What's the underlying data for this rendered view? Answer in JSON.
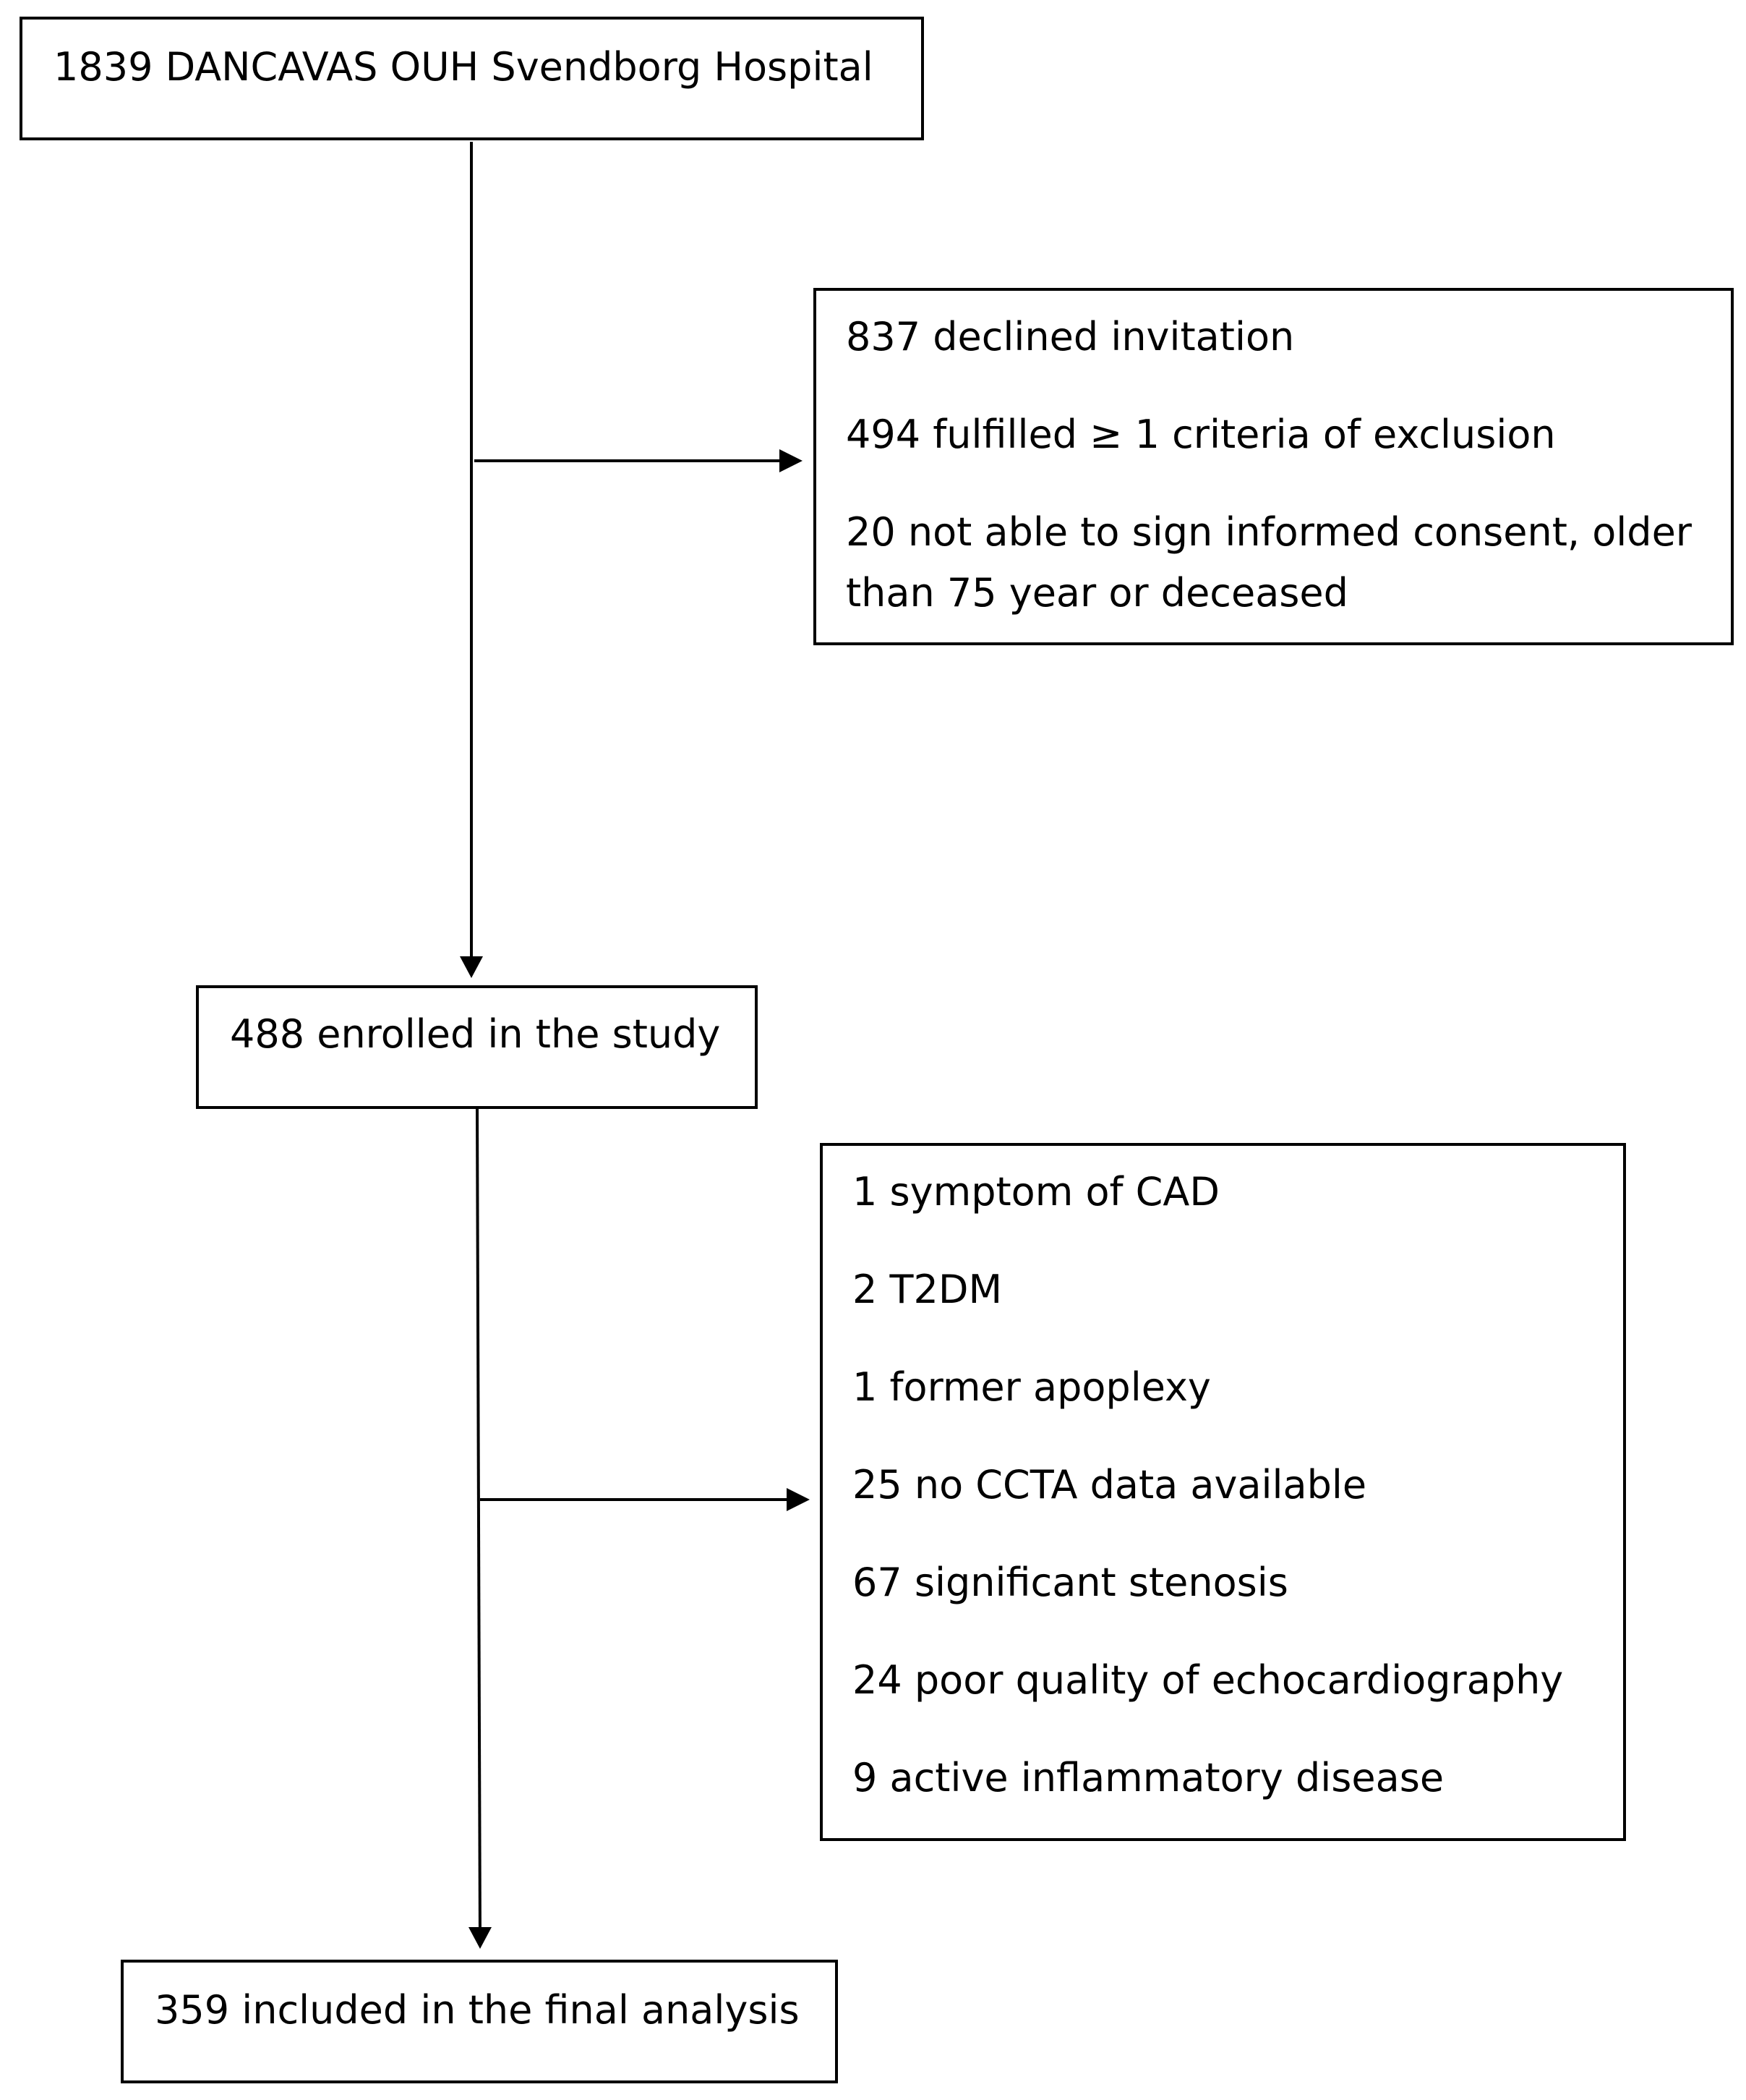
{
  "flowchart": {
    "source_box": {
      "label": "1839 DANCAVAS OUH Svendborg Hospital"
    },
    "exclusion_box_1": {
      "items": [
        "837 declined invitation",
        "494 fulfilled ≥ 1 criteria of exclusion",
        "20 not able to sign informed consent, older than 75 year or deceased"
      ]
    },
    "enrolled_box": {
      "label": "488 enrolled in the study"
    },
    "exclusion_box_2": {
      "items": [
        "1 symptom of CAD",
        "2 T2DM",
        "1 former apoplexy",
        "25 no CCTA data available",
        "67 significant stenosis",
        "24 poor quality of echocardiography",
        "9 active inflammatory disease"
      ]
    },
    "final_box": {
      "label": "359 included in the final analysis"
    }
  }
}
